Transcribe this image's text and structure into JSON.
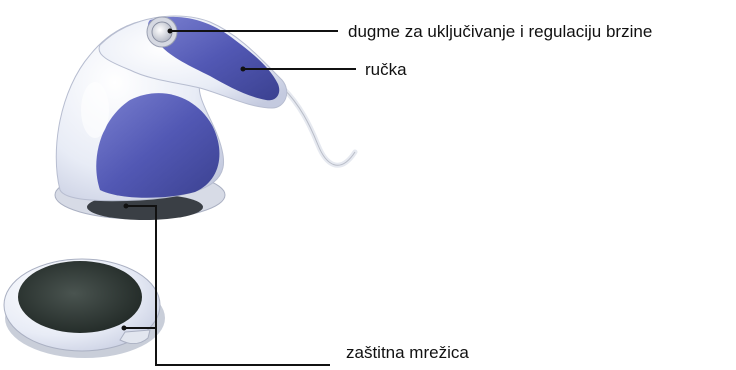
{
  "labels": {
    "power_button": "dugme za uključivanje i regulaciju brzine",
    "handle": "ručka",
    "protective_mesh": "zaštitna mrežica"
  },
  "colors": {
    "body_white": "#eef1f8",
    "accent_purple": "#5258b4",
    "mesh_dark": "#2e3a36",
    "callout_line": "#111111"
  }
}
